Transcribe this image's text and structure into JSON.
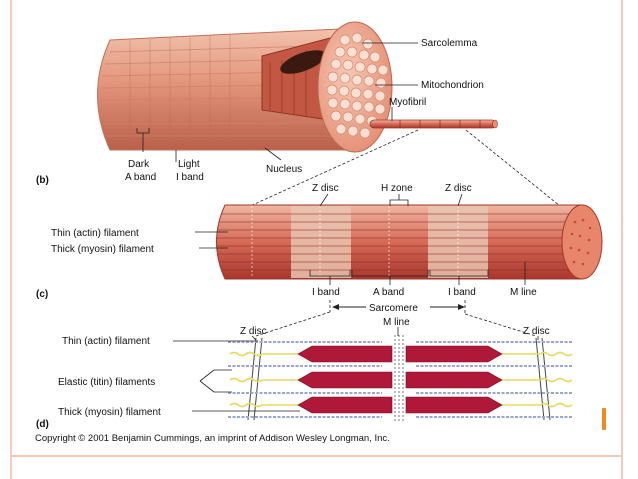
{
  "panels": {
    "b": "(b)",
    "c": "(c)",
    "d": "(d)"
  },
  "labels_b": {
    "sarcolemma": "Sarcolemma",
    "mitochondrion": "Mitochondrion",
    "myofibril": "Myofibril",
    "dark_band_1": "Dark",
    "dark_band_2": "A band",
    "light_band_1": "Light",
    "light_band_2": "I band",
    "nucleus": "Nucleus"
  },
  "labels_c": {
    "z_disc_left": "Z disc",
    "h_zone": "H zone",
    "z_disc_right": "Z disc",
    "thin_filament": "Thin (actin) filament",
    "thick_filament": "Thick (myosin) filament",
    "i_band_left": "I band",
    "a_band": "A band",
    "i_band_right": "I band",
    "m_line": "M line",
    "sarcomere": "Sarcomere"
  },
  "labels_d": {
    "z_disc_left": "Z disc",
    "m_line": "M line",
    "z_disc_right": "Z disc",
    "thin_filament": "Thin (actin) filament",
    "elastic_filaments": "Elastic (titin) filaments",
    "thick_filament": "Thick (myosin) filament"
  },
  "copyright": "Copyright © 2001 Benjamin Cummings, an imprint of Addison Wesley Longman, Inc.",
  "colors": {
    "muscle_light": "#e9a48c",
    "muscle_mid": "#d47860",
    "muscle_dark": "#b6503c",
    "myosin": "#b0183a",
    "actin": "#9aa6d0",
    "titin": "#e8d860",
    "slide_border": "#f4c9bd",
    "accent_orange": "#f08a1c"
  }
}
